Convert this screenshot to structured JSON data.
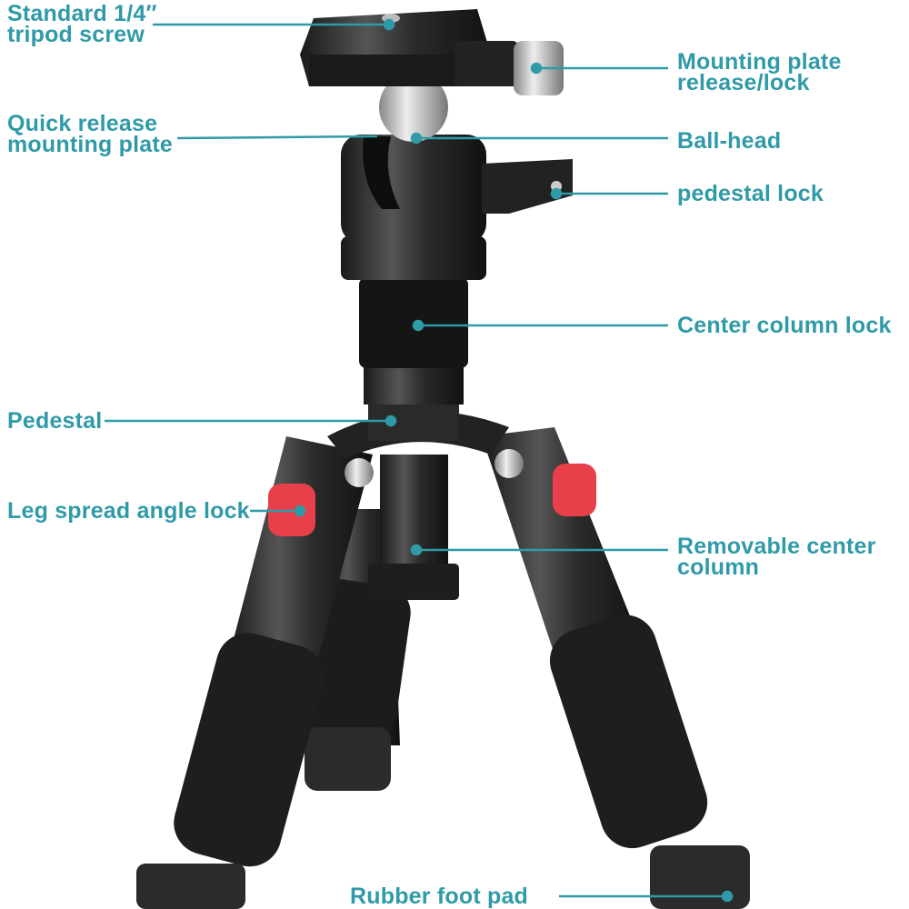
{
  "accent_color": "#2f9aa8",
  "labels": {
    "tripod_screw": [
      "Standard 1/4″",
      "tripod screw"
    ],
    "quick_release_plate": [
      "Quick release",
      "mounting plate"
    ],
    "plate_release_lock": [
      "Mounting plate",
      "release/lock"
    ],
    "ball_head": "Ball-head",
    "pedestal_lock": "pedestal lock",
    "center_column_lock": "Center column lock",
    "pedestal": "Pedestal",
    "leg_spread_lock": "Leg spread angle lock",
    "removable_center_column": [
      "Removable center",
      "column"
    ],
    "rubber_foot_pad": "Rubber foot pad"
  }
}
